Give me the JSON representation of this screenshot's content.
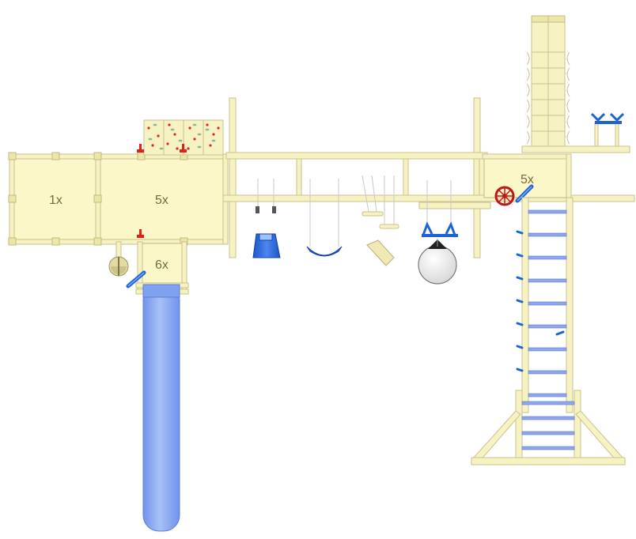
{
  "decks": {
    "left_label": "1x",
    "main_label": "5x",
    "small_label": "6x",
    "right_label": "5x"
  },
  "colors": {
    "wood": "#f6f2c4",
    "wood_edge": "#c9c28a",
    "deck": "#fbf7c8",
    "slide_blue": "#7fa1f0",
    "accent_blue": "#1e63d6",
    "handle_red": "#e0201c",
    "wheel_red": "#c0181a",
    "ladder_rung": "#8fa6e8"
  },
  "icons": [
    "climbing-wall-icon",
    "telescope-icon",
    "steering-wheel-icon",
    "bucket-swing-icon",
    "belt-swing-icon",
    "rope-ladder-swing-icon",
    "tire-swing-icon",
    "trapeze-bar-icon",
    "monkey-bars-icon",
    "slide-icon",
    "lookout-tower-icon"
  ]
}
